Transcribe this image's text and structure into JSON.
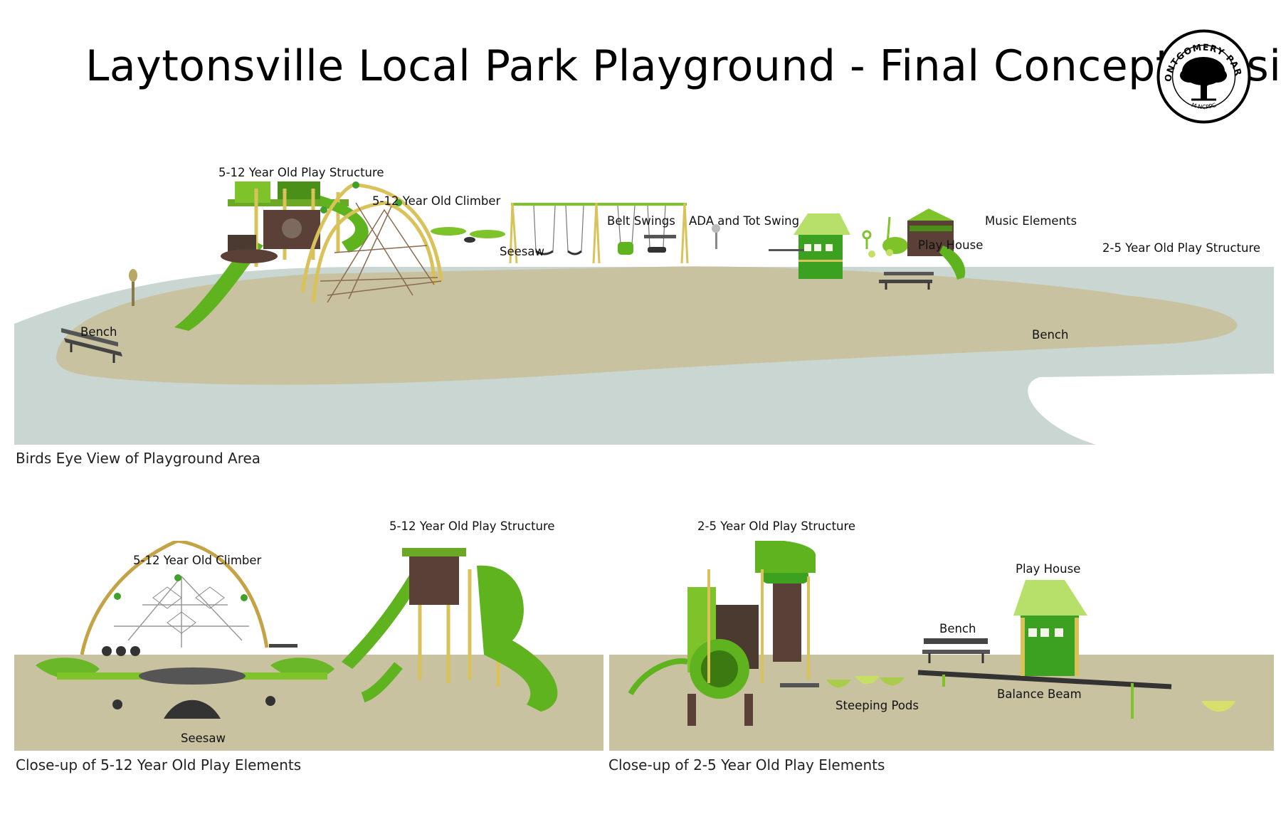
{
  "title": "Laytonsville Local Park Playground - Final Concept Design",
  "logo": {
    "text_top": "MONTGOMERY PARKS",
    "text_bottom": "M-NCPPC"
  },
  "overview": {
    "caption": "Birds Eye View of Playground Area",
    "labels": {
      "structure_5_12": "5-12 Year Old Play Structure",
      "climber_5_12": "5-12 Year Old Climber",
      "seesaw": "Seesaw",
      "belt_swings": "Belt Swings",
      "ada_tot_swing": "ADA and Tot Swing",
      "music_elements": "Music Elements",
      "play_house": "Play House",
      "structure_2_5": "2-5 Year Old Play Structure",
      "bench_left": "Bench",
      "bench_right": "Bench"
    }
  },
  "closeup_5_12": {
    "caption": "Close-up of 5-12 Year Old Play Elements",
    "labels": {
      "climber": "5-12 Year Old Climber",
      "structure": "5-12 Year Old Play Structure",
      "seesaw": "Seesaw"
    }
  },
  "closeup_2_5": {
    "caption": "Close-up of 2-5 Year Old Play Elements",
    "labels": {
      "structure": "2-5 Year Old Play Structure",
      "play_house": "Play House",
      "bench": "Bench",
      "balance_beam": "Balance Beam",
      "steeping_pods": "Steeping Pods"
    }
  },
  "colors": {
    "ground": "#c8c2a0",
    "path": "#c9d6d2",
    "lime": "#7fc32a",
    "dark_green": "#2f8a12",
    "post_yellow": "#d9c25a",
    "brown": "#5a4036"
  }
}
